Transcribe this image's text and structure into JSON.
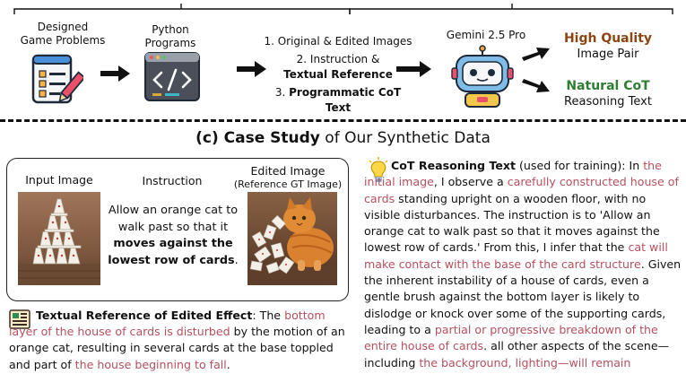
{
  "pipeline": {
    "step1_label": "Designed Game Problems",
    "step1_label_l1": "Designed",
    "step1_label_l2": "Game Problems",
    "step2_label_l1": "Python",
    "step2_label_l2": "Programs",
    "inputs": {
      "item1": "1. Original & Edited Images",
      "item2_l1": "2. Instruction &",
      "item2_l2": "Textual Reference",
      "item3_prefix": "3. ",
      "item3_bold": "Programmatic CoT Text"
    },
    "model_label": "Gemini 2.5 Pro",
    "output1_bold": "High Quality",
    "output1_plain": "Image Pair",
    "output2_bold": "Natural CoT",
    "output2_plain": "Reasoning Text",
    "icons": [
      "checklist-pencil-icon",
      "code-window-icon",
      "robot-icon",
      "arrow-right-icon"
    ]
  },
  "case_study": {
    "title_prefix": "(c) ",
    "title_bold": "Case Study",
    "title_rest": " of Our Synthetic Data",
    "panel": {
      "input_header": "Input Image",
      "instruction_header": "Instruction",
      "edited_header": "Edited Image",
      "edited_subheader": "(Reference GT Image)",
      "instruction_l1": "Allow an orange cat to",
      "instruction_l2": "walk past so that it",
      "instruction_bold1": "moves against the",
      "instruction_bold2": "lowest row of cards",
      "instruction_end": "."
    },
    "textual_reference": {
      "title": "Textual Reference of Edited Effect",
      "colon": ": The ",
      "red1": "bottom layer of the house of cards is disturbed",
      "t1": " by the motion of an orange cat, resulting in several cards at the base toppled and part of ",
      "red2": "the house beginning to fall",
      "t2": "."
    },
    "cot": {
      "title": "CoT Reasoning Text",
      "title_rest": " (used for training): In ",
      "red1": "the initial image",
      "t1": ", I observe a ",
      "red2": "carefully constructed house of cards",
      "t2": " standing upright on a wooden floor, with no visible disturbances. The instruction is to 'Allow an orange cat to walk past so that it moves against the lowest row of cards.' From this, I infer that the ",
      "red3": "cat will make contact with the base of the card structure",
      "t3": ". Given the inherent instability of a house of cards, even a gentle brush against the bottom layer is likely to dislodge or knock over some of the supporting cards, leading to a ",
      "red4": "partial or progressive breakdown of the entire house of cards",
      "t4": ". all other aspects of the scene—including ",
      "red5": "the background, lighting—will remain unchanged",
      "t5": "."
    }
  },
  "colors": {
    "accent_red": "#b5505e",
    "high_quality": "#8b4513",
    "natural_cot": "#2e7d32"
  }
}
